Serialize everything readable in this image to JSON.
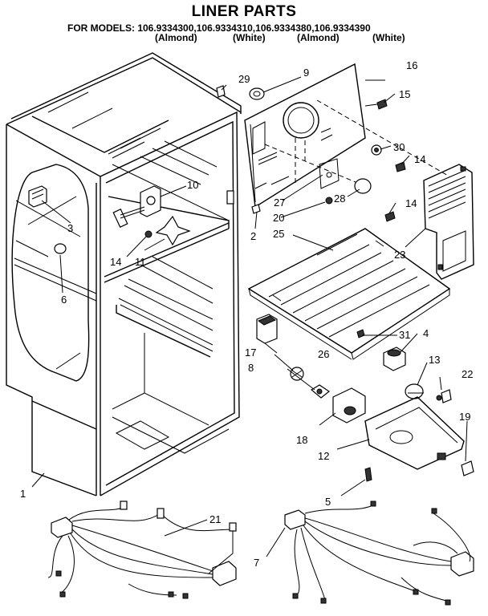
{
  "title": "LINER PARTS",
  "models_line": "FOR MODELS: 106.9334300,106.9334310,106.9334380,106.9334390",
  "colors": [
    "(Almond)",
    "(White)",
    "(Almond)",
    "(White)"
  ],
  "callouts": [
    "29",
    "9",
    "16",
    "15",
    "30",
    "14",
    "10",
    "3",
    "27",
    "20",
    "28",
    "2",
    "25",
    "14",
    "23",
    "14",
    "11",
    "6",
    "31",
    "4",
    "17",
    "26",
    "8",
    "13",
    "22",
    "18",
    "12",
    "19",
    "1",
    "5",
    "21",
    "7"
  ]
}
